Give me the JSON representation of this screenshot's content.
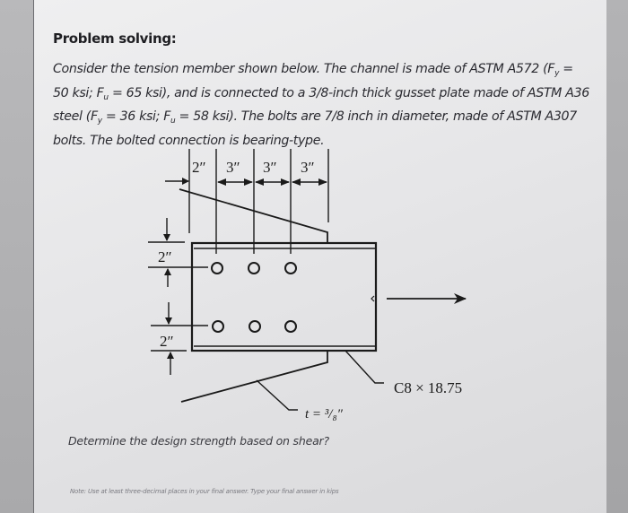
{
  "problem": {
    "heading": "Problem solving:",
    "statement": {
      "line1_pre": "Consider the tension member shown below. The channel is made of ASTM A572 (F",
      "fy_sub": "y",
      "mid1": " = 50 ksi; F",
      "fu_sub": "u",
      "mid2": " = 65 ksi), and is connected to a 3/8-inch thick gusset plate made of ASTM A36 steel (F",
      "mid3": " = 36 ksi; F",
      "mid4": " = 58 ksi). The bolts are 7/8 inch in diameter, made of ASTM A307 bolts. The bolted connection is bearing-type."
    },
    "question": "Determine the design strength based on shear?",
    "note": "Note: Use at least three-decimal places in your final answer. Type your final answer in kips"
  },
  "diagram": {
    "horizontal_dims": [
      "2″",
      "3″",
      "3″",
      "3″"
    ],
    "vertical_dims": [
      "2″",
      "2″"
    ],
    "bolt_rows": 2,
    "bolts_per_row": 3,
    "channel_label": "C8 × 18.75",
    "plate_thickness_label": "t = ³/₈″",
    "load_arrow": "tension-right"
  },
  "colors": {
    "screen_bg": "#e8e8ea",
    "text": "#2a2a30",
    "line": "#1a1a1a"
  }
}
